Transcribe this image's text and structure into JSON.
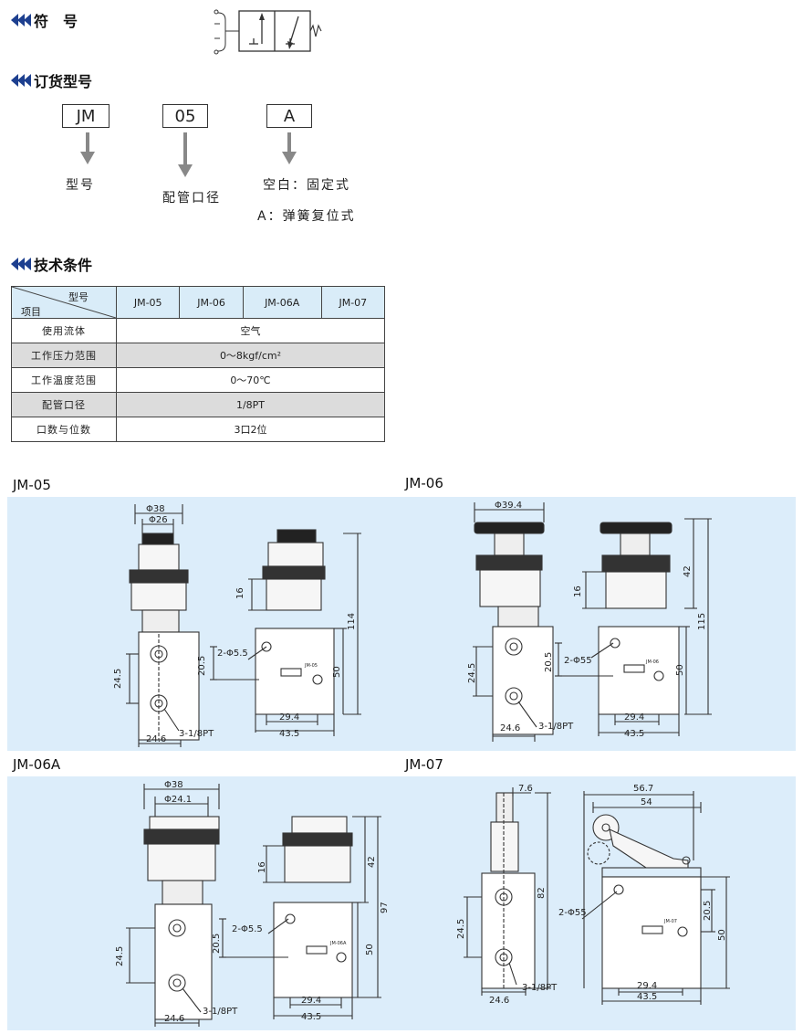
{
  "sections": {
    "symbol": "符　号",
    "order": "订货型号",
    "tech": "技术条件"
  },
  "order": {
    "boxes": [
      "JM",
      "05",
      "A"
    ],
    "model_label": "型号",
    "port_label": "配管口径",
    "blank_label": "空白：固定式",
    "a_label": "A：弹簧复位式"
  },
  "table": {
    "corner_top": "型号",
    "corner_bottom": "项目",
    "models": [
      "JM-05",
      "JM-06",
      "JM-06A",
      "JM-07"
    ],
    "rows": [
      {
        "item": "使用流体",
        "value": "空气"
      },
      {
        "item": "工作压力范围",
        "value": "0～8kgf/cm²"
      },
      {
        "item": "工作温度范围",
        "value": "0～70℃"
      },
      {
        "item": "配管口径",
        "value": "1/8PT"
      },
      {
        "item": "口数与位数",
        "value": "3口2位"
      }
    ]
  },
  "drawings": {
    "jm05": {
      "title": "JM-05",
      "d_outer": "Φ38",
      "d_inner": "Φ26",
      "h16": "16",
      "h114": "114",
      "h50": "50",
      "h20_5": "20.5",
      "hole": "2-Φ5.5",
      "w29_4": "29.4",
      "w43_5": "43.5",
      "w24_6": "24.6",
      "h24_5": "24.5",
      "port": "3-1/8PT",
      "tag": "JM-05"
    },
    "jm06": {
      "title": "JM-06",
      "d_outer": "Φ39.4",
      "h16": "16",
      "h42": "42",
      "h115": "115",
      "h50": "50",
      "h20_5": "20.5",
      "hole": "2-Φ55",
      "w29_4": "29.4",
      "w43_5": "43.5",
      "w24_6": "24.6",
      "h24_5": "24.5",
      "port": "3-1/8PT",
      "tag": "JM-06"
    },
    "jm06a": {
      "title": "JM-06A",
      "d_outer": "Φ38",
      "d_inner": "Φ24.1",
      "h16": "16",
      "h42": "42",
      "h97": "97",
      "h50": "50",
      "h20_5": "20.5",
      "hole": "2-Φ5.5",
      "w29_4": "29.4",
      "w43_5": "43.5",
      "w24_6": "24.6",
      "h24_5": "24.5",
      "port": "3-1/8PT",
      "tag": "JM-06A"
    },
    "jm07": {
      "title": "JM-07",
      "w7_6": "7.6",
      "w56_7": "56.7",
      "w54": "54",
      "h82": "82",
      "h20_5": "20.5",
      "h50": "50",
      "hole": "2-Φ55",
      "w29_4": "29.4",
      "w43_5": "43.5",
      "w24_6": "24.6",
      "h24_5": "24.5",
      "port": "3-1/8PT",
      "tag": "JM-07"
    }
  },
  "colors": {
    "accent": "#1d3f8f",
    "panel": "#dcedfa",
    "table_header": "#d9ecf8",
    "row_alt": "#dcdcdc"
  }
}
